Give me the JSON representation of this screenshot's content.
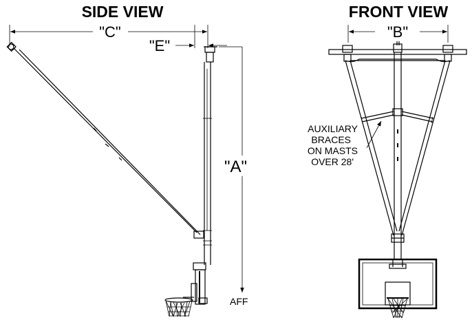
{
  "side_view": {
    "title": "SIDE VIEW",
    "dim_c": "\"C\"",
    "dim_e": "\"E\"",
    "dim_a": "\"A\"",
    "aff": "AFF"
  },
  "front_view": {
    "title": "FRONT VIEW",
    "dim_b": "\"B\"",
    "note_lines": [
      "AUXILIARY",
      "BRACES",
      "ON MASTS",
      "OVER 28'"
    ]
  }
}
